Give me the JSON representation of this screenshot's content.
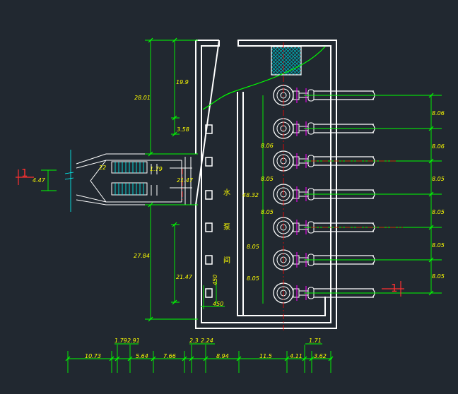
{
  "drawing": {
    "colors": {
      "background": "#212830",
      "wall": "#ffffff",
      "dimension": "#00ff00",
      "text": "#ffff00",
      "centerline": "#ff0000",
      "equipment": "#ff00ff",
      "hatch": "#00a0a8",
      "inlet": "#00ffff"
    },
    "section_marks": {
      "left": "1",
      "right": "1"
    },
    "chamber_label": [
      "水",
      "泵",
      "间"
    ],
    "dims_left": [
      "28.01",
      "19.9",
      "3.58",
      "27.84",
      "21.47",
      "4.47",
      "1.79",
      "21.47",
      "22",
      "48.32"
    ],
    "dims_wall": [
      "450",
      "450"
    ],
    "dims_pump_left": [
      "8.06",
      "8.05",
      "8.05",
      "8.05",
      "8.05"
    ],
    "dims_right": [
      "8.06",
      "8.06",
      "8.05",
      "8.05",
      "8.05",
      "8.05"
    ],
    "dims_bottom": [
      "10.73",
      "1.79",
      "2.91",
      "5.64",
      "7.66",
      "2.3",
      "2.24",
      "8.94",
      "11.5",
      "4.11",
      "1.71",
      "3.62"
    ]
  }
}
